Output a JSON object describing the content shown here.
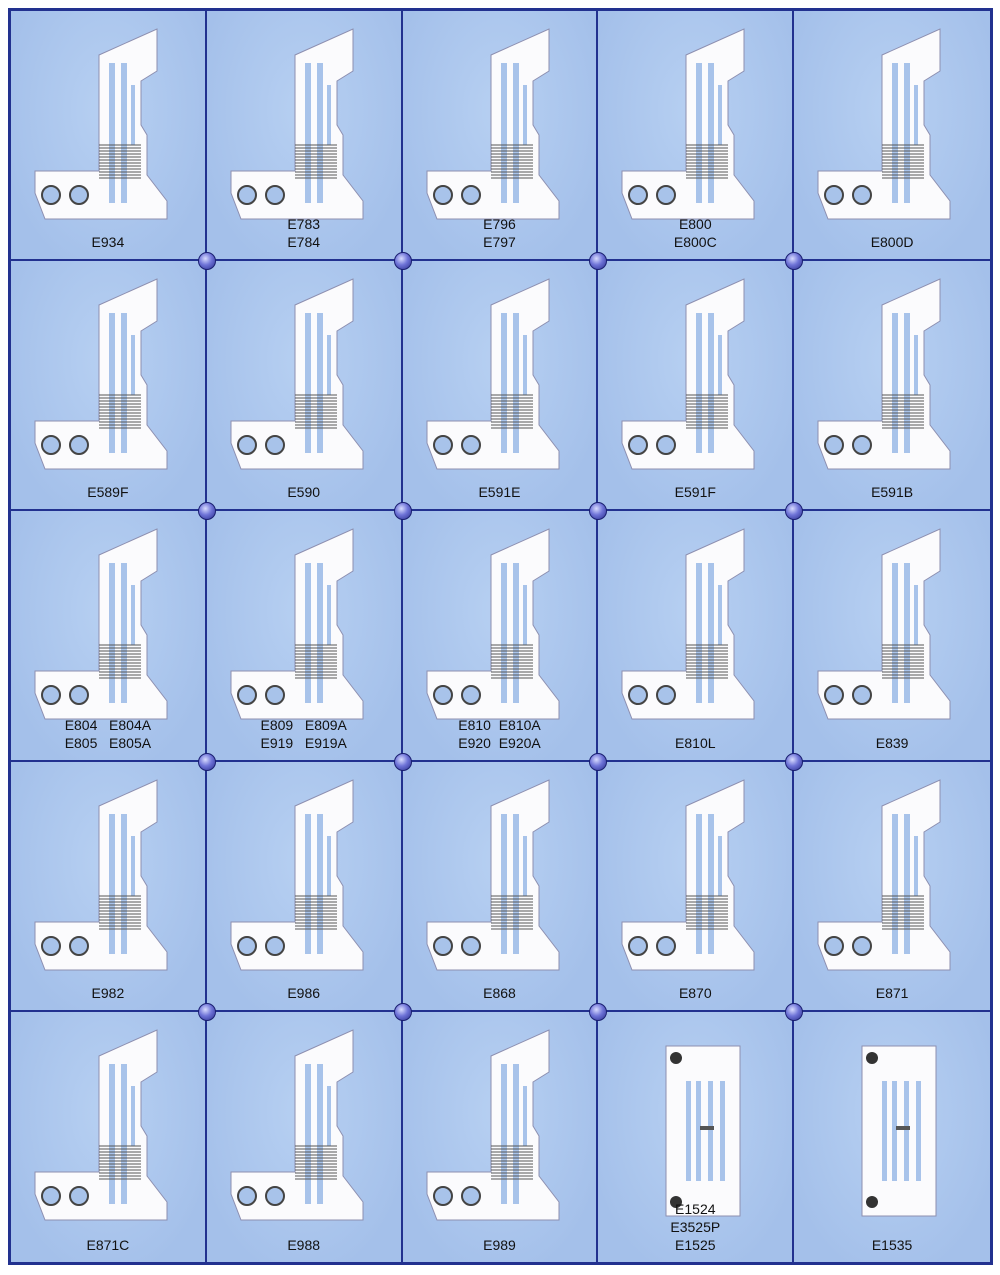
{
  "colors": {
    "background": "#a8c3ea",
    "grid_line": "#22318f",
    "plate": "#ffffff"
  },
  "items": [
    {
      "type": "feed-plate",
      "labels": [
        "E934"
      ]
    },
    {
      "type": "feed-plate",
      "labels": [
        "E783",
        "E784"
      ]
    },
    {
      "type": "feed-plate",
      "labels": [
        "E796",
        "E797"
      ]
    },
    {
      "type": "feed-plate",
      "labels": [
        "E800",
        "E800C"
      ]
    },
    {
      "type": "feed-plate",
      "labels": [
        "E800D"
      ]
    },
    {
      "type": "feed-plate",
      "labels": [
        "E589F"
      ]
    },
    {
      "type": "feed-plate",
      "labels": [
        "E590"
      ]
    },
    {
      "type": "feed-plate",
      "labels": [
        "E591E"
      ]
    },
    {
      "type": "feed-plate",
      "labels": [
        "E591F"
      ]
    },
    {
      "type": "feed-plate",
      "labels": [
        "E591B"
      ]
    },
    {
      "type": "feed-plate",
      "labels": [
        "E804   E804A",
        "E805   E805A"
      ]
    },
    {
      "type": "feed-plate",
      "labels": [
        "E809   E809A",
        "E919   E919A"
      ]
    },
    {
      "type": "feed-plate",
      "labels": [
        "E810  E810A",
        "E920  E920A"
      ]
    },
    {
      "type": "feed-plate",
      "labels": [
        "E810L"
      ]
    },
    {
      "type": "feed-plate",
      "labels": [
        "E839"
      ]
    },
    {
      "type": "feed-plate",
      "labels": [
        "E982"
      ]
    },
    {
      "type": "feed-plate",
      "labels": [
        "E986"
      ]
    },
    {
      "type": "feed-plate",
      "labels": [
        "E868"
      ]
    },
    {
      "type": "feed-plate",
      "labels": [
        "E870"
      ]
    },
    {
      "type": "feed-plate",
      "labels": [
        "E871"
      ]
    },
    {
      "type": "feed-plate",
      "labels": [
        "E871C"
      ]
    },
    {
      "type": "feed-plate",
      "labels": [
        "E988"
      ]
    },
    {
      "type": "feed-plate",
      "labels": [
        "E989"
      ]
    },
    {
      "type": "rect-plate",
      "labels": [
        "E1524",
        "E3525P",
        "E1525"
      ]
    },
    {
      "type": "rect-plate",
      "labels": [
        "E1535"
      ]
    }
  ]
}
